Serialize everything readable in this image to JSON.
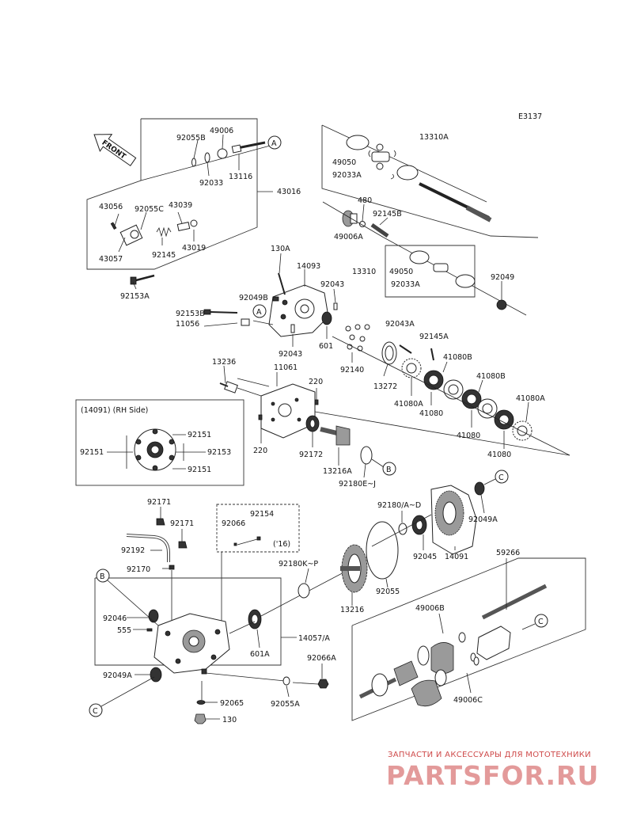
{
  "diagram_code": "E3137",
  "front_label": "FRONT",
  "watermark": {
    "caption": "ЗАПЧАСТИ И АКСЕССУАРЫ ДЛЯ МОТОТЕХНИКИ",
    "logo": "PARTSFOR.RU"
  },
  "callouts": [
    "A",
    "B",
    "C"
  ],
  "inset_rh": {
    "title": "(14091) (RH Side)",
    "labels": [
      "92151",
      "92151",
      "92151",
      "92153"
    ]
  },
  "year_note": "('16)",
  "parts": {
    "p92055B": "92055B",
    "p49006": "49006",
    "p92033_top": "92033",
    "p13116": "13116",
    "p43016": "43016",
    "p43056": "43056",
    "p92055C": "92055C",
    "p43039": "43039",
    "p43057": "43057",
    "p92145": "92145",
    "p43019": "43019",
    "p92153A": "92153A",
    "p13310A": "13310A",
    "p49050_top": "49050",
    "p92033A_top": "92033A",
    "p480": "480",
    "p92145B": "92145B",
    "p49006A": "49006A",
    "p130A": "130A",
    "p14093": "14093",
    "p13310": "13310",
    "p92049": "92049",
    "p92049B": "92049B",
    "p92043_a": "92043",
    "p49050_mid": "49050",
    "p92033A_mid": "92033A",
    "p92153B": "92153B",
    "p11056": "11056",
    "p92043_b": "92043",
    "p601": "601",
    "p92043A": "92043A",
    "p92145A": "92145A",
    "p92140": "92140",
    "p41080B_a": "41080B",
    "p13272": "13272",
    "p41080A_a": "41080A",
    "p41080_a": "41080",
    "p41080B_b": "41080B",
    "p41080_b": "41080",
    "p41080A_b": "41080A",
    "p41080_c": "41080",
    "p13236": "13236",
    "p11061": "11061",
    "p220_a": "220",
    "p220_b": "220",
    "p92172": "92172",
    "p13216A": "13216A",
    "p92180EJ": "92180E~J",
    "p92171_a": "92171",
    "p92171_b": "92171",
    "p92192": "92192",
    "p92170": "92170",
    "p92154": "92154",
    "p92066": "92066",
    "p92180AD": "92180/A~D",
    "p92049A_r": "92049A",
    "p92045": "92045",
    "p14091": "14091",
    "p92180KP": "92180K~P",
    "p92055": "92055",
    "p13216": "13216",
    "p92046": "92046",
    "p555": "555",
    "p601A": "601A",
    "p14057A": "14057/A",
    "p92049A_l": "92049A",
    "p92066A": "92066A",
    "p92055A": "92055A",
    "p92065": "92065",
    "p130": "130",
    "p59266": "59266",
    "p49006B": "49006B",
    "p49006C": "49006C"
  }
}
